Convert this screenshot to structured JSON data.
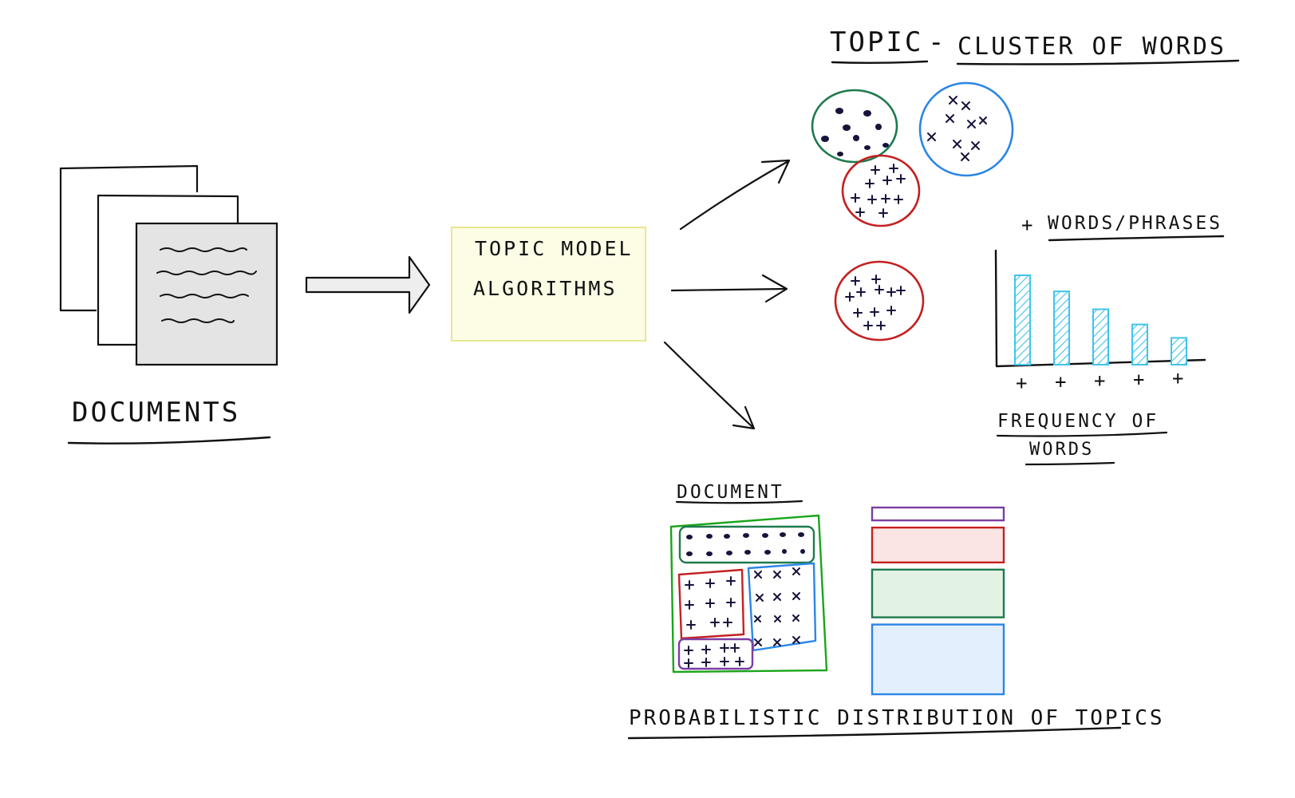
{
  "labels": {
    "documents": "DOCUMENTS",
    "algorithm_line1": "TOPIC MODEL",
    "algorithm_line2": "ALGORITHMS",
    "topic_title_part1": "TOPIC",
    "topic_title_dash": "-",
    "topic_title_part2": "CLUSTER OF WORDS",
    "words_phrases_symbol": "+",
    "words_phrases": "WORDS/PHRASES",
    "frequency_line1": "FREQUENCY OF",
    "frequency_line2": "WORDS",
    "document": "DOCUMENT",
    "distribution": "PROBABILISTIC DISTRIBUTION OF TOPICS"
  },
  "axis_symbols": [
    "+",
    "+",
    "+",
    "+",
    "+"
  ],
  "frequency_chart": {
    "type": "bar",
    "values": [
      100,
      82,
      62,
      45,
      30
    ]
  },
  "topic_distribution": [
    {
      "topic": "purple",
      "share": 0.07
    },
    {
      "topic": "red",
      "share": 0.19
    },
    {
      "topic": "green",
      "share": 0.26
    },
    {
      "topic": "blue",
      "share": 0.38
    }
  ],
  "colors": {
    "green_topic": "#1e7a4e",
    "blue_topic": "#2a86e6",
    "red_topic": "#c42020",
    "purple_topic": "#7b3ea2",
    "bar_fill": "#3fc4ea",
    "algorithm_box_bg": "#fdfde6",
    "algorithm_box_border": "#e8e690",
    "doc_front_bg": "#e4e4e4",
    "ink": "#111111",
    "marker_navy": "#16143a"
  }
}
